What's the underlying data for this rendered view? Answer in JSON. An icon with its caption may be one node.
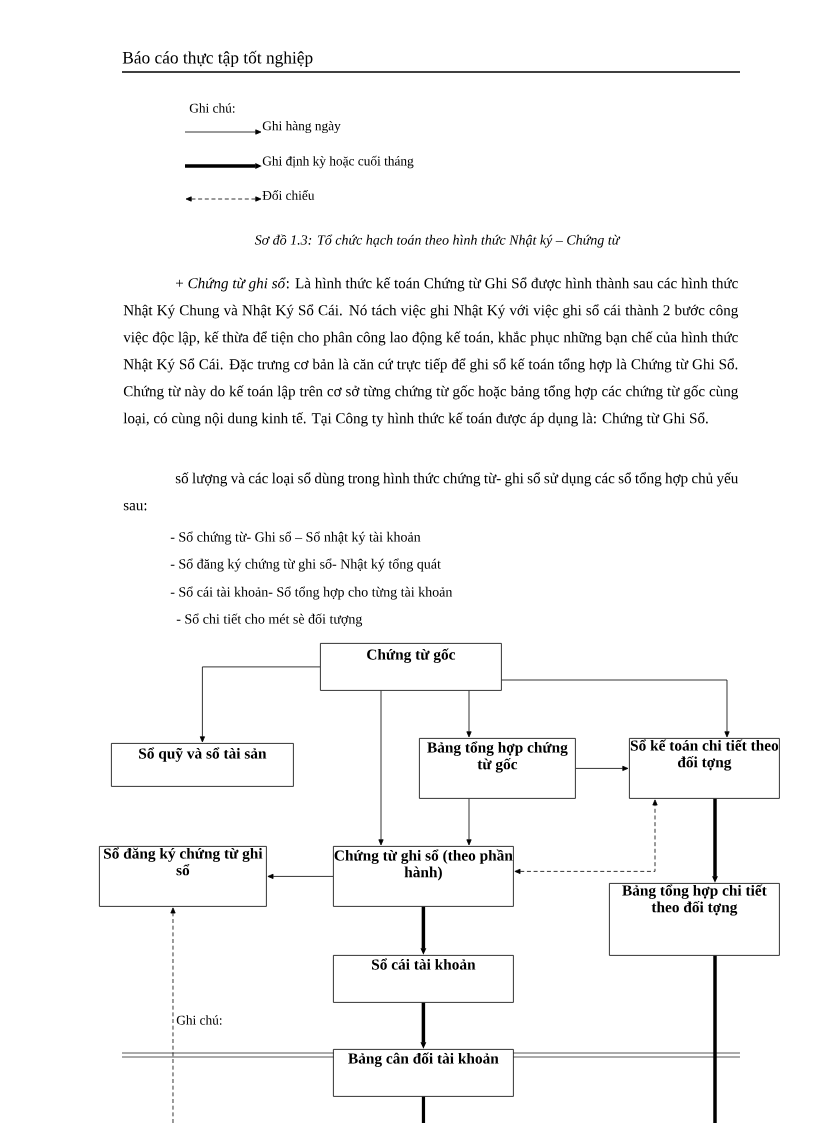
{
  "diagram": {
    "caption": "Sơ đồ 1.3: Tổ chức hạch toán theo hình thức Nhật ký – Chứng từ",
    "nodes": [
      {
        "text": [
          "Chứng từ gốc"
        ]
      },
      {
        "text": [
          "Sổ quỹ và sổ tài sản"
        ]
      },
      {
        "text": [
          "Bảng tổng hợp chứng từ gốc"
        ]
      },
      {
        "text": [
          "Sổ kế toán chi tiết theo đối tợng"
        ]
      },
      {
        "text": [
          "Sổ đăng ký chứng từ ghi sổ"
        ]
      },
      {
        "text": [
          "Chứng từ ghi sổ (theo phần hành)"
        ]
      },
      {
        "text": [
          "Bảng tổng hợp chi tiết theo đối tợng"
        ]
      },
      {
        "text": [
          "Sổ cái tài khoản"
        ]
      },
      {
        "text": [
          "Bảng cân đối tài khoản"
        ]
      }
    ],
    "edges": [
      {
        "from": 0,
        "to": 1,
        "arrow": "to"
      },
      {
        "from": 0,
        "to": 5,
        "arrow": "to"
      },
      {
        "from": 0,
        "to": 2,
        "arrow": "to"
      },
      {
        "from": 0,
        "to": 3,
        "arrow": "to"
      },
      {
        "from": 2,
        "to": 5,
        "arrow": "to"
      },
      {
        "from": 2,
        "to": 3,
        "arrow": "to"
      },
      {
        "from": 5,
        "to": 4,
        "arrow": "to"
      },
      {
        "from": 3,
        "to": 6,
        "arrow": "to",
        "style": "thick"
      },
      {
        "from": 5,
        "to": 3,
        "arrow": "both",
        "style": "dashed"
      },
      {
        "from": 5,
        "to": 7,
        "arrow": "to",
        "style": "thick"
      },
      {
        "from": 7,
        "to": 8,
        "arrow": "to",
        "style": "thick"
      },
      {
        "from": null,
        "to": 4,
        "arrow": "to",
        "style": "dashed"
      },
      {
        "from": 8,
        "to": null,
        "arrow": "none",
        "style": "thick"
      },
      {
        "from": 6,
        "to": null,
        "arrow": "none",
        "style": "thick"
      }
    ],
    "labels": [
      "Báo cáo thực tập tốt nghiệp",
      "Ghi chú:",
      "+ *Chứng từ ghi sổ*: Là hình thức kế toán Chứng từ Ghi Sổ được hình thành sau các hình thức Nhật Ký Chung và Nhật Ký Sổ Cái. Nó tách việc ghi Nhật Ký với việc ghi sổ cái thành 2 bước công việc độc lập, kế thừa để tiện cho phân công lao động kế toán, khắc phục những bạn chế của hình thức Nhật Ký Sổ Cái. Đặc trưng cơ bản là căn cứ trực tiếp để ghi sổ kế toán tổng hợp là Chứng từ Ghi Sổ. Chứng từ này do kế toán lập trên cơ sở từng chứng từ gốc hoặc bảng tổng hợp các chứng từ gốc cùng loại, có cùng nội dung kinh tế. Tại Công ty hình thức kế toán được áp dụng là: Chứng từ Ghi Sổ.",
      "số lượng và các loại sổ dùng trong hình thức chứng từ- ghi sổ sử dụng các sổ tổng hợp chủ yếu sau:",
      "- Sổ chứng từ- Ghi sổ – Sổ nhật ký tài khoản",
      "- Sổ đăng ký chứng từ ghi sổ- Nhật ký tổng quát",
      "- Sổ cái tài khoản- Sổ tổng hợp cho từng tài khoản",
      "- Sổ chi tiết cho mét sè đối tượng",
      "Ghi chú:"
    ],
    "legend": [
      {
        "text": "Ghi hàng ngày"
      },
      {
        "text": "Ghi định kỳ hoặc cuối tháng"
      },
      {
        "text": "Đối chiếu"
      }
    ]
  }
}
